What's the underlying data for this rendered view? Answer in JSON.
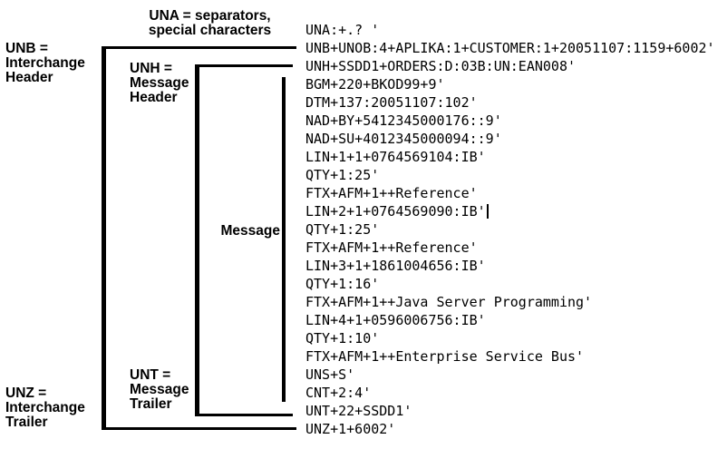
{
  "colors": {
    "background": "#ffffff",
    "text": "#000000",
    "line": "#000000"
  },
  "labels": {
    "una": {
      "lines": [
        "UNA = separators,",
        "special characters"
      ]
    },
    "unb": {
      "lines": [
        "UNB =",
        "Interchange",
        "Header"
      ]
    },
    "unh": {
      "lines": [
        "UNH =",
        "Message",
        "Header"
      ]
    },
    "message": {
      "lines": [
        "Message"
      ]
    },
    "unt": {
      "lines": [
        "UNT =",
        "Message",
        "Trailer"
      ]
    },
    "unz": {
      "lines": [
        "UNZ =",
        "Interchange",
        "Trailer"
      ]
    }
  },
  "edi": {
    "cursor_line_index": 10,
    "lines": [
      "UNA:+.? '",
      "UNB+UNOB:4+APLIKA:1+CUSTOMER:1+20051107:1159+6002'",
      "UNH+SSDD1+ORDERS:D:03B:UN:EAN008'",
      "BGM+220+BKOD99+9'",
      "DTM+137:20051107:102'",
      "NAD+BY+5412345000176::9'",
      "NAD+SU+4012345000094::9'",
      "LIN+1+1+0764569104:IB'",
      "QTY+1:25'",
      "FTX+AFM+1++Reference'",
      "LIN+2+1+0764569090:IB'",
      "QTY+1:25'",
      "FTX+AFM+1++Reference'",
      "LIN+3+1+1861004656:IB'",
      "QTY+1:16'",
      "FTX+AFM+1++Java Server Programming'",
      "LIN+4+1+0596006756:IB'",
      "QTY+1:10'",
      "FTX+AFM+1++Enterprise Service Bus'",
      "UNS+S'",
      "CNT+2:4'",
      "UNT+22+SSDD1'",
      "UNZ+1+6002'"
    ]
  }
}
